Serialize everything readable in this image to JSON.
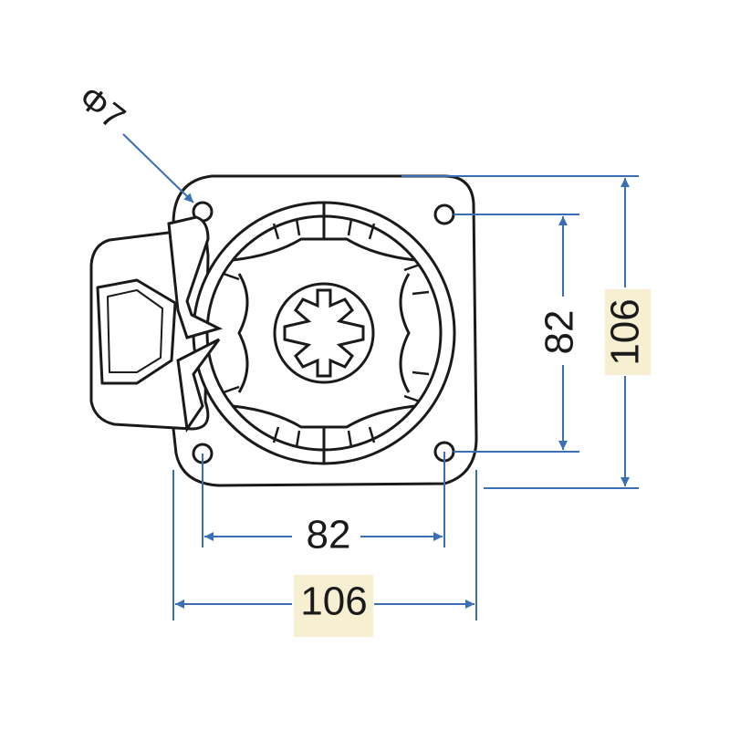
{
  "dimensions": {
    "hole_diameter": "Φ7",
    "hole_spacing_horizontal": "82",
    "overall_width": "106",
    "hole_spacing_vertical": "82",
    "overall_height": "106"
  },
  "colors": {
    "dimension_line": "#3a6fb5",
    "outline": "#1a1a1a",
    "highlight": "#f6efd2",
    "background": "#ffffff"
  }
}
